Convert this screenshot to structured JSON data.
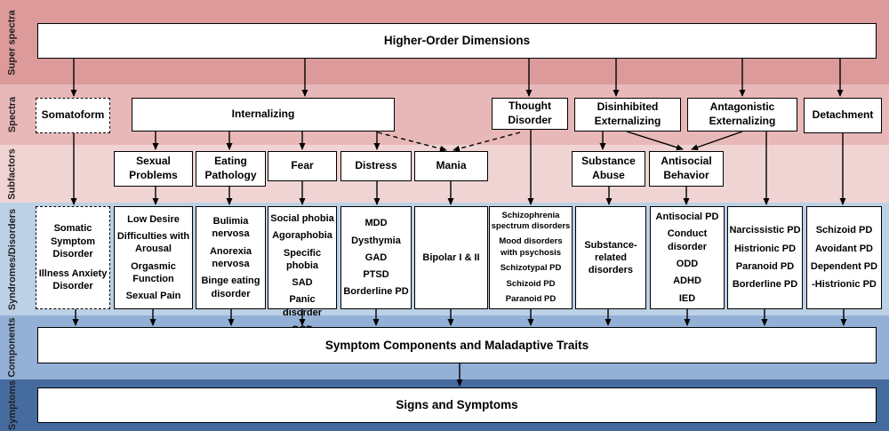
{
  "bands": [
    {
      "key": "super",
      "label": "Super spectra",
      "color": "#dc9a9a"
    },
    {
      "key": "spectra",
      "label": "Spectra",
      "color": "#e8b8b8"
    },
    {
      "key": "subfactors",
      "label": "Subfactors",
      "color": "#f0d4d4"
    },
    {
      "key": "syndromes",
      "label": "Syndromes/Disorders",
      "color": "#bcd0e6"
    },
    {
      "key": "components",
      "label": "Components",
      "color": "#93b0d6"
    },
    {
      "key": "symptoms",
      "label": "Symptoms",
      "color": "#456b9f"
    }
  ],
  "higher_order": "Higher-Order Dimensions",
  "components_box": "Symptom Components and Maladaptive Traits",
  "symptoms_box": "Signs and Symptoms",
  "spectra": {
    "somatoform": [
      "Somatoform"
    ],
    "internalizing": [
      "Internalizing"
    ],
    "thought": [
      "Thought",
      "Disorder"
    ],
    "disinhibited": [
      "Disinhibited",
      "Externalizing"
    ],
    "antagonistic": [
      "Antagonistic",
      "Externalizing"
    ],
    "detachment": [
      "Detachment"
    ]
  },
  "subfactors": {
    "sexual": [
      "Sexual",
      "Problems"
    ],
    "eating": [
      "Eating",
      "Pathology"
    ],
    "fear": [
      "Fear"
    ],
    "distress": [
      "Distress"
    ],
    "mania": [
      "Mania"
    ],
    "substance": [
      "Substance",
      "Abuse"
    ],
    "antisocial": [
      "Antisocial",
      "Behavior"
    ]
  },
  "disorders": {
    "somatic": [
      "Somatic",
      "Symptom",
      "Disorder",
      "Illness Anxiety",
      "Disorder"
    ],
    "sexual": [
      "Low Desire",
      "Difficulties with",
      "Arousal",
      "Orgasmic",
      "Function",
      "Sexual Pain"
    ],
    "eating": [
      "Bulimia",
      "nervosa",
      "Anorexia",
      "nervosa",
      "Binge eating",
      "disorder"
    ],
    "fear": [
      "Social phobia",
      "Agoraphobia",
      "Specific phobia",
      "SAD",
      "Panic disorder",
      "OCD"
    ],
    "distress": [
      "MDD",
      "Dysthymia",
      "GAD",
      "PTSD",
      "Borderline PD"
    ],
    "mania": [
      "Bipolar I & II"
    ],
    "thought": [
      "Schizophrenia",
      "spectrum disorders",
      "Mood disorders",
      "with psychosis",
      "Schizotypal  PD",
      "Schizoid  PD",
      "Paranoid  PD"
    ],
    "substance": [
      "Substance-",
      "related",
      "disorders"
    ],
    "antisocial": [
      "Antisocial PD",
      "Conduct",
      "disorder",
      "ODD",
      "ADHD",
      "IED"
    ],
    "antagonistic": [
      "Narcissistic PD",
      "Histrionic PD",
      "Paranoid PD",
      "Borderline PD"
    ],
    "detachment": [
      "Schizoid PD",
      "Avoidant PD",
      "Dependent PD",
      "-Histrionic PD"
    ]
  }
}
